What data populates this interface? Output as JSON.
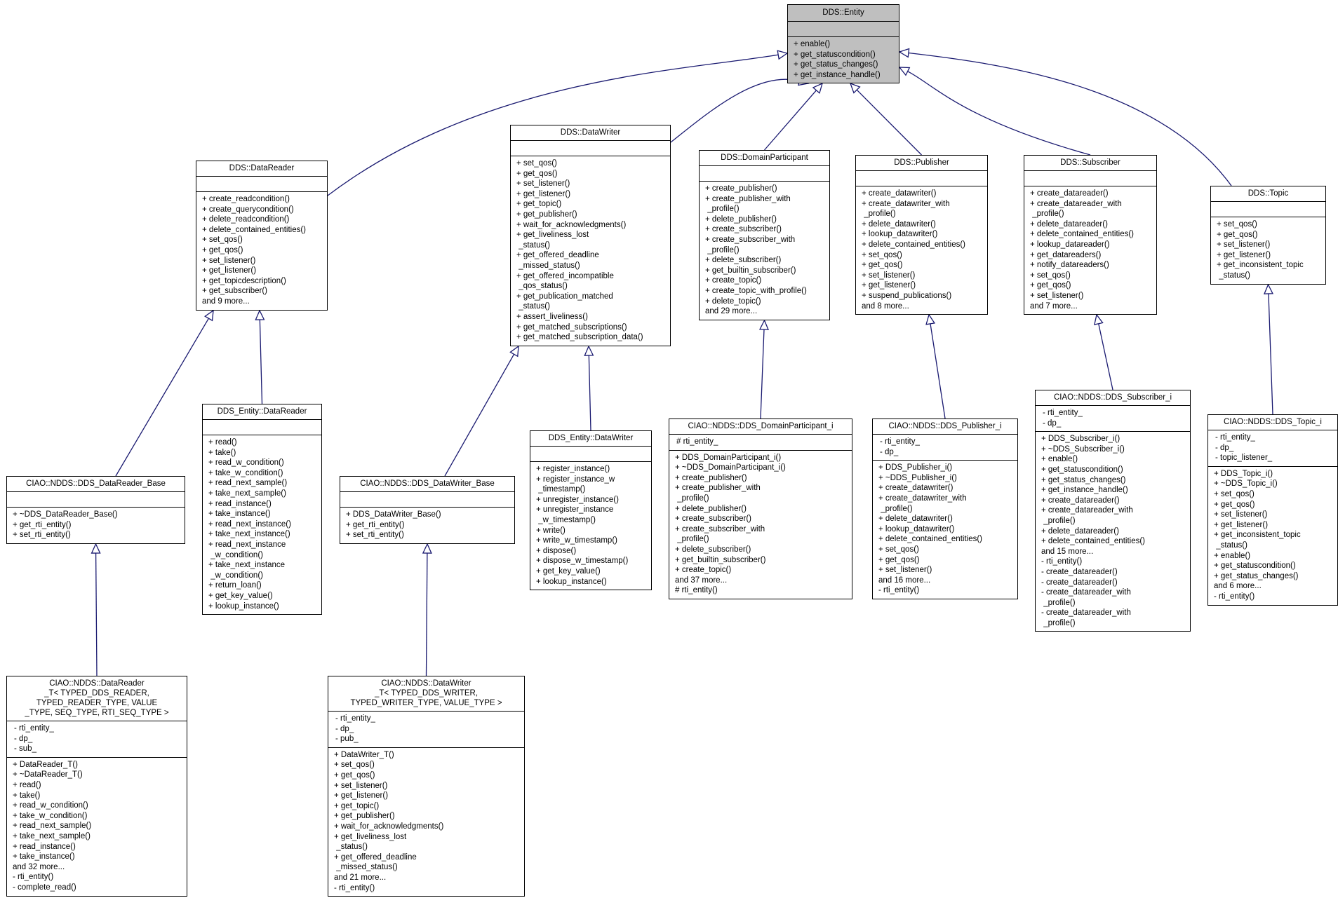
{
  "diagram": {
    "nodes": [
      {
        "id": "entity",
        "title": "DDS::Entity",
        "root": true,
        "attributes": [],
        "methods": [
          "+ enable()",
          "+ get_statuscondition()",
          "+ get_status_changes()",
          "+ get_instance_handle()"
        ]
      },
      {
        "id": "datareader",
        "title": "DDS::DataReader",
        "attributes": [],
        "methods": [
          "+ create_readcondition()",
          "+ create_querycondition()",
          "+ delete_readcondition()",
          "+ delete_contained_entities()",
          "+ set_qos()",
          "+ get_qos()",
          "+ set_listener()",
          "+ get_listener()",
          "+ get_topicdescription()",
          "+ get_subscriber()",
          "and 9 more..."
        ]
      },
      {
        "id": "datawriter",
        "title": "DDS::DataWriter",
        "attributes": [],
        "methods": [
          "+ set_qos()",
          "+ get_qos()",
          "+ set_listener()",
          "+ get_listener()",
          "+ get_topic()",
          "+ get_publisher()",
          "+ wait_for_acknowledgments()",
          "+ get_liveliness_lost",
          " _status()",
          "+ get_offered_deadline",
          " _missed_status()",
          "+ get_offered_incompatible",
          " _qos_status()",
          "+ get_publication_matched",
          " _status()",
          "+ assert_liveliness()",
          "+ get_matched_subscriptions()",
          "+ get_matched_subscription_data()"
        ]
      },
      {
        "id": "domainparticipant",
        "title": "DDS::DomainParticipant",
        "attributes": [],
        "methods": [
          "+ create_publisher()",
          "+ create_publisher_with",
          " _profile()",
          "+ delete_publisher()",
          "+ create_subscriber()",
          "+ create_subscriber_with",
          " _profile()",
          "+ delete_subscriber()",
          "+ get_builtin_subscriber()",
          "+ create_topic()",
          "+ create_topic_with_profile()",
          "+ delete_topic()",
          "and 29 more..."
        ]
      },
      {
        "id": "publisher",
        "title": "DDS::Publisher",
        "attributes": [],
        "methods": [
          "+ create_datawriter()",
          "+ create_datawriter_with",
          " _profile()",
          "+ delete_datawriter()",
          "+ lookup_datawriter()",
          "+ delete_contained_entities()",
          "+ set_qos()",
          "+ get_qos()",
          "+ set_listener()",
          "+ get_listener()",
          "+ suspend_publications()",
          "and 8 more..."
        ]
      },
      {
        "id": "subscriber",
        "title": "DDS::Subscriber",
        "attributes": [],
        "methods": [
          "+ create_datareader()",
          "+ create_datareader_with",
          " _profile()",
          "+ delete_datareader()",
          "+ delete_contained_entities()",
          "+ lookup_datareader()",
          "+ get_datareaders()",
          "+ notify_datareaders()",
          "+ set_qos()",
          "+ get_qos()",
          "+ set_listener()",
          "and 7 more..."
        ]
      },
      {
        "id": "topic",
        "title": "DDS::Topic",
        "attributes": [],
        "methods": [
          "+ set_qos()",
          "+ get_qos()",
          "+ set_listener()",
          "+ get_listener()",
          "+ get_inconsistent_topic",
          " _status()"
        ]
      },
      {
        "id": "drbase",
        "title": "CIAO::NDDS::DDS_DataReader_Base",
        "attributes": [],
        "methods": [
          "+ ~DDS_DataReader_Base()",
          "+ get_rti_entity()",
          "+ set_rti_entity()"
        ]
      },
      {
        "id": "entity_datareader",
        "title": "DDS_Entity::DataReader",
        "attributes": [],
        "methods": [
          "+ read()",
          "+ take()",
          "+ read_w_condition()",
          "+ take_w_condition()",
          "+ read_next_sample()",
          "+ take_next_sample()",
          "+ read_instance()",
          "+ take_instance()",
          "+ read_next_instance()",
          "+ take_next_instance()",
          "+ read_next_instance",
          " _w_condition()",
          "+ take_next_instance",
          " _w_condition()",
          "+ return_loan()",
          "+ get_key_value()",
          "+ lookup_instance()"
        ]
      },
      {
        "id": "dwbase",
        "title": "CIAO::NDDS::DDS_DataWriter_Base",
        "attributes": [],
        "methods": [
          "+ DDS_DataWriter_Base()",
          "+ get_rti_entity()",
          "+ set_rti_entity()"
        ]
      },
      {
        "id": "entity_datawriter",
        "title": "DDS_Entity::DataWriter",
        "attributes": [],
        "methods": [
          "+ register_instance()",
          "+ register_instance_w",
          " _timestamp()",
          "+ unregister_instance()",
          "+ unregister_instance",
          " _w_timestamp()",
          "+ write()",
          "+ write_w_timestamp()",
          "+ dispose()",
          "+ dispose_w_timestamp()",
          "+ get_key_value()",
          "+ lookup_instance()"
        ]
      },
      {
        "id": "dp_i",
        "title": "CIAO::NDDS::DDS_DomainParticipant_i",
        "attributes": [
          "# rti_entity_"
        ],
        "methods": [
          "+ DDS_DomainParticipant_i()",
          "+ ~DDS_DomainParticipant_i()",
          "+ create_publisher()",
          "+ create_publisher_with",
          " _profile()",
          "+ delete_publisher()",
          "+ create_subscriber()",
          "+ create_subscriber_with",
          " _profile()",
          "+ delete_subscriber()",
          "+ get_builtin_subscriber()",
          "+ create_topic()",
          "and 37 more...",
          "# rti_entity()"
        ]
      },
      {
        "id": "pub_i",
        "title": "CIAO::NDDS::DDS_Publisher_i",
        "attributes": [
          "- rti_entity_",
          "- dp_"
        ],
        "methods": [
          "+ DDS_Publisher_i()",
          "+ ~DDS_Publisher_i()",
          "+ create_datawriter()",
          "+ create_datawriter_with",
          " _profile()",
          "+ delete_datawriter()",
          "+ lookup_datawriter()",
          "+ delete_contained_entities()",
          "+ set_qos()",
          "+ get_qos()",
          "+ set_listener()",
          "and 16 more...",
          "- rti_entity()"
        ]
      },
      {
        "id": "sub_i",
        "title": "CIAO::NDDS::DDS_Subscriber_i",
        "attributes": [
          "- rti_entity_",
          "- dp_"
        ],
        "methods": [
          "+ DDS_Subscriber_i()",
          "+ ~DDS_Subscriber_i()",
          "+ enable()",
          "+ get_statuscondition()",
          "+ get_status_changes()",
          "+ get_instance_handle()",
          "+ create_datareader()",
          "+ create_datareader_with",
          " _profile()",
          "+ delete_datareader()",
          "+ delete_contained_entities()",
          "and 15 more...",
          "- rti_entity()",
          "- create_datareader()",
          "- create_datareader()",
          "- create_datareader_with",
          " _profile()",
          "- create_datareader_with",
          " _profile()"
        ]
      },
      {
        "id": "topic_i",
        "title": "CIAO::NDDS::DDS_Topic_i",
        "attributes": [
          "- rti_entity_",
          "- dp_",
          "- topic_listener_"
        ],
        "methods": [
          "+ DDS_Topic_i()",
          "+ ~DDS_Topic_i()",
          "+ set_qos()",
          "+ get_qos()",
          "+ set_listener()",
          "+ get_listener()",
          "+ get_inconsistent_topic",
          " _status()",
          "+ enable()",
          "+ get_statuscondition()",
          "+ get_status_changes()",
          "and 6 more...",
          "- rti_entity()"
        ]
      },
      {
        "id": "datareader_t",
        "title": "CIAO::NDDS::DataReader\n_T< TYPED_DDS_READER,\n TYPED_READER_TYPE, VALUE\n_TYPE, SEQ_TYPE, RTI_SEQ_TYPE >",
        "attributes": [
          "- rti_entity_",
          "- dp_",
          "- sub_"
        ],
        "methods": [
          "+ DataReader_T()",
          "+ ~DataReader_T()",
          "+ read()",
          "+ take()",
          "+ read_w_condition()",
          "+ take_w_condition()",
          "+ read_next_sample()",
          "+ take_next_sample()",
          "+ read_instance()",
          "+ take_instance()",
          "and 32 more...",
          "- rti_entity()",
          "- complete_read()"
        ]
      },
      {
        "id": "datawriter_t",
        "title": "CIAO::NDDS::DataWriter\n_T< TYPED_DDS_WRITER,\n TYPED_WRITER_TYPE, VALUE_TYPE >",
        "attributes": [
          "- rti_entity_",
          "- dp_",
          "- pub_"
        ],
        "methods": [
          "+ DataWriter_T()",
          "+ set_qos()",
          "+ get_qos()",
          "+ set_listener()",
          "+ get_listener()",
          "+ get_topic()",
          "+ get_publisher()",
          "+ wait_for_acknowledgments()",
          "+ get_liveliness_lost",
          " _status()",
          "+ get_offered_deadline",
          " _missed_status()",
          "and 21 more...",
          "- rti_entity()"
        ]
      }
    ],
    "edges": [
      {
        "from": "datareader",
        "to": "entity"
      },
      {
        "from": "datawriter",
        "to": "entity"
      },
      {
        "from": "domainparticipant",
        "to": "entity"
      },
      {
        "from": "publisher",
        "to": "entity"
      },
      {
        "from": "subscriber",
        "to": "entity"
      },
      {
        "from": "topic",
        "to": "entity"
      },
      {
        "from": "drbase",
        "to": "datareader"
      },
      {
        "from": "entity_datareader",
        "to": "datareader"
      },
      {
        "from": "dwbase",
        "to": "datawriter"
      },
      {
        "from": "entity_datawriter",
        "to": "datawriter"
      },
      {
        "from": "dp_i",
        "to": "domainparticipant"
      },
      {
        "from": "pub_i",
        "to": "publisher"
      },
      {
        "from": "sub_i",
        "to": "subscriber"
      },
      {
        "from": "topic_i",
        "to": "topic"
      },
      {
        "from": "datareader_t",
        "to": "drbase"
      },
      {
        "from": "datawriter_t",
        "to": "dwbase"
      }
    ],
    "colors": {
      "root_fill": "#bfbfbf",
      "edge": "#191970",
      "border": "#000000"
    }
  }
}
